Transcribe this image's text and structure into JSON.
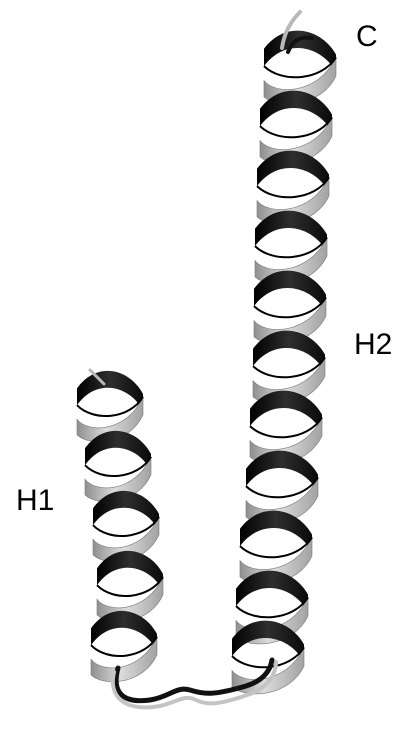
{
  "labels": {
    "c_terminus": "C",
    "helix_2": "H2",
    "helix_1": "H1"
  },
  "colors": {
    "light_ribbon": "#b4b4b4",
    "light_ribbon_highlight": "#d6d6d6",
    "dark_ribbon": "#141414",
    "background": "#ffffff",
    "label_text": "#000000"
  }
}
